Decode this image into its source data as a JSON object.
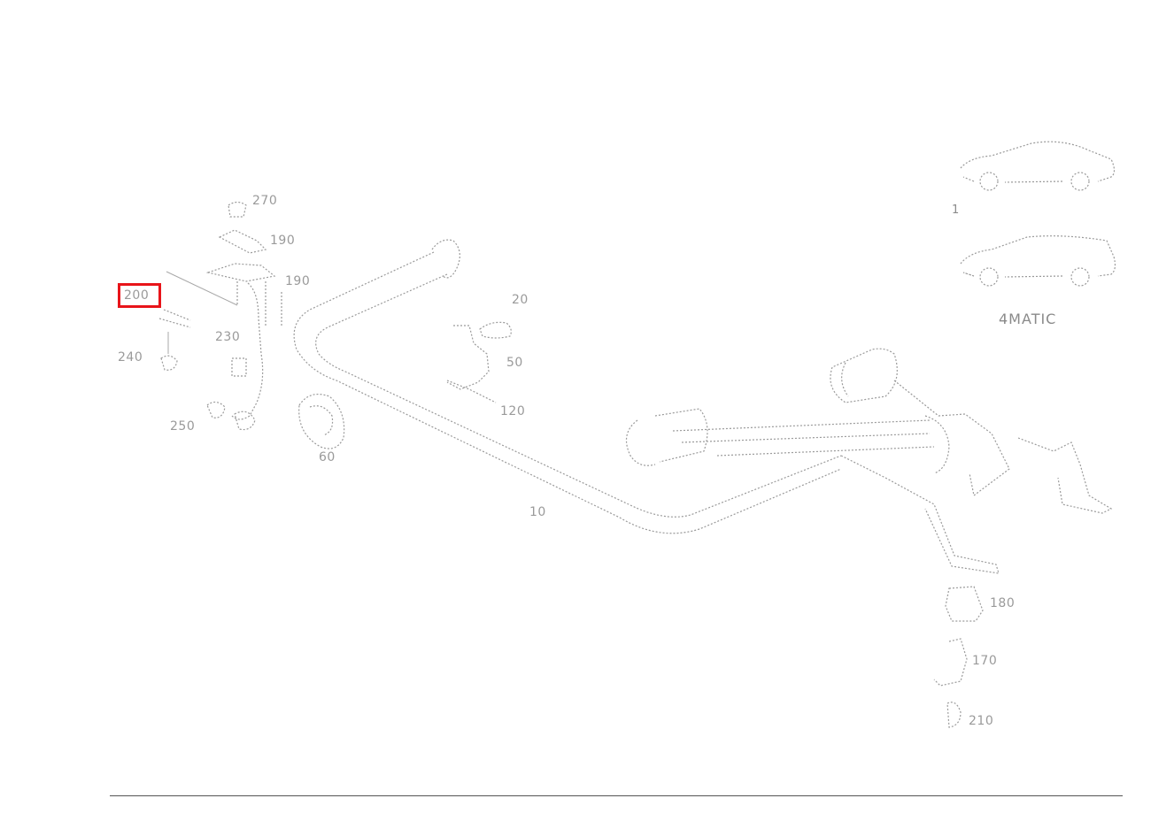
{
  "diagram": {
    "callouts": [
      {
        "id": "270",
        "label": "270"
      },
      {
        "id": "190a",
        "label": "190"
      },
      {
        "id": "190b",
        "label": "190"
      },
      {
        "id": "200",
        "label": "200"
      },
      {
        "id": "230",
        "label": "230"
      },
      {
        "id": "240",
        "label": "240"
      },
      {
        "id": "250",
        "label": "250"
      },
      {
        "id": "20",
        "label": "20"
      },
      {
        "id": "50",
        "label": "50"
      },
      {
        "id": "60",
        "label": "60"
      },
      {
        "id": "10",
        "label": "10"
      },
      {
        "id": "120",
        "label": "120"
      },
      {
        "id": "180",
        "label": "180"
      },
      {
        "id": "170",
        "label": "170"
      },
      {
        "id": "210",
        "label": "210"
      },
      {
        "id": "sedan",
        "label": "1"
      },
      {
        "id": "wagon",
        "label": "4MATIC"
      }
    ],
    "highlighted_callout": "200",
    "highlight_color": "#e8141a"
  }
}
